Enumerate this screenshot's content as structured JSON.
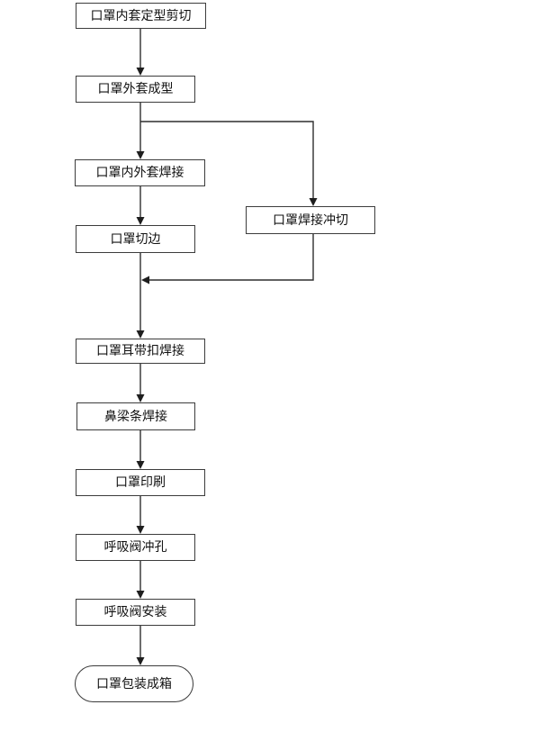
{
  "diagram": {
    "type": "flowchart",
    "direction": "top-down",
    "colors": {
      "background": "#ffffff",
      "node_fill": "#ffffff",
      "node_border": "#3c3c3c",
      "connector": "#2e2e2e",
      "text": "#111111"
    },
    "nodes": [
      {
        "id": "inner-cover-cut",
        "label": "口罩内套定型剪切",
        "shape": "rect"
      },
      {
        "id": "outer-cover-form",
        "label": "口罩外套成型",
        "shape": "rect"
      },
      {
        "id": "inner-outer-weld",
        "label": "口罩内外套焊接",
        "shape": "rect"
      },
      {
        "id": "weld-punch-cut",
        "label": "口罩焊接冲切",
        "shape": "rect"
      },
      {
        "id": "edge-trim",
        "label": "口罩切边",
        "shape": "rect"
      },
      {
        "id": "ear-strap-weld",
        "label": "口罩耳带扣焊接",
        "shape": "rect"
      },
      {
        "id": "nose-bridge-weld",
        "label": "鼻梁条焊接",
        "shape": "rect"
      },
      {
        "id": "mask-print",
        "label": "口罩印刷",
        "shape": "rect"
      },
      {
        "id": "valve-punch",
        "label": "呼吸阀冲孔",
        "shape": "rect"
      },
      {
        "id": "valve-install",
        "label": "呼吸阀安装",
        "shape": "rect"
      },
      {
        "id": "pack-box",
        "label": "口罩包装成箱",
        "shape": "stadium"
      }
    ],
    "edges": [
      {
        "from": "inner-cover-cut",
        "to": "outer-cover-form"
      },
      {
        "from": "outer-cover-form",
        "to": "inner-outer-weld"
      },
      {
        "from": "outer-cover-form",
        "to": "weld-punch-cut"
      },
      {
        "from": "inner-outer-weld",
        "to": "edge-trim"
      },
      {
        "from": "edge-trim",
        "to": "ear-strap-weld"
      },
      {
        "from": "weld-punch-cut",
        "to": "ear-strap-weld"
      },
      {
        "from": "ear-strap-weld",
        "to": "nose-bridge-weld"
      },
      {
        "from": "nose-bridge-weld",
        "to": "mask-print"
      },
      {
        "from": "mask-print",
        "to": "valve-punch"
      },
      {
        "from": "valve-punch",
        "to": "valve-install"
      },
      {
        "from": "valve-install",
        "to": "pack-box"
      }
    ]
  }
}
